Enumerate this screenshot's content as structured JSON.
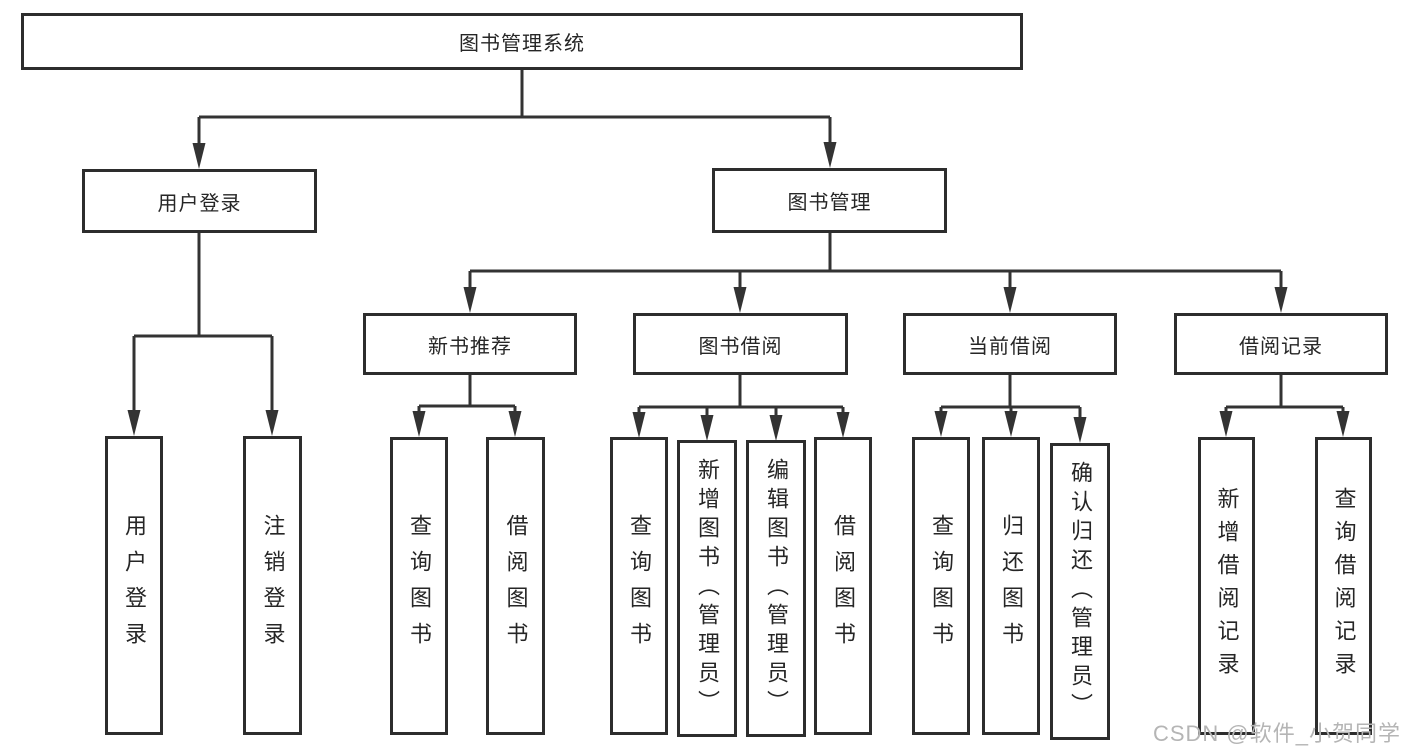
{
  "colors": {
    "box_border": "#2d2d2d",
    "connector_line": "#333333",
    "text": "#262626",
    "watermark_text": "#b5b5b5",
    "background": "#ffffff"
  },
  "watermark": {
    "text": "CSDN @软件_小贺同学"
  },
  "tree": {
    "root": {
      "label": "图书管理系统",
      "children": [
        {
          "label": "用户登录",
          "children": [
            {
              "label": "用户登录"
            },
            {
              "label": "注销登录"
            }
          ]
        },
        {
          "label": "图书管理",
          "children": [
            {
              "label": "新书推荐",
              "children": [
                {
                  "label": "查询图书"
                },
                {
                  "label": "借阅图书"
                }
              ]
            },
            {
              "label": "图书借阅",
              "children": [
                {
                  "label": "查询图书"
                },
                {
                  "label": "新增图书（管理员）"
                },
                {
                  "label": "编辑图书（管理员）"
                },
                {
                  "label": "借阅图书"
                }
              ]
            },
            {
              "label": "当前借阅",
              "children": [
                {
                  "label": "查询图书"
                },
                {
                  "label": "归还图书"
                },
                {
                  "label": "确认归还（管理员）"
                }
              ]
            },
            {
              "label": "借阅记录",
              "children": [
                {
                  "label": "新增借阅记录"
                },
                {
                  "label": "查询借阅记录"
                }
              ]
            }
          ]
        }
      ]
    }
  }
}
